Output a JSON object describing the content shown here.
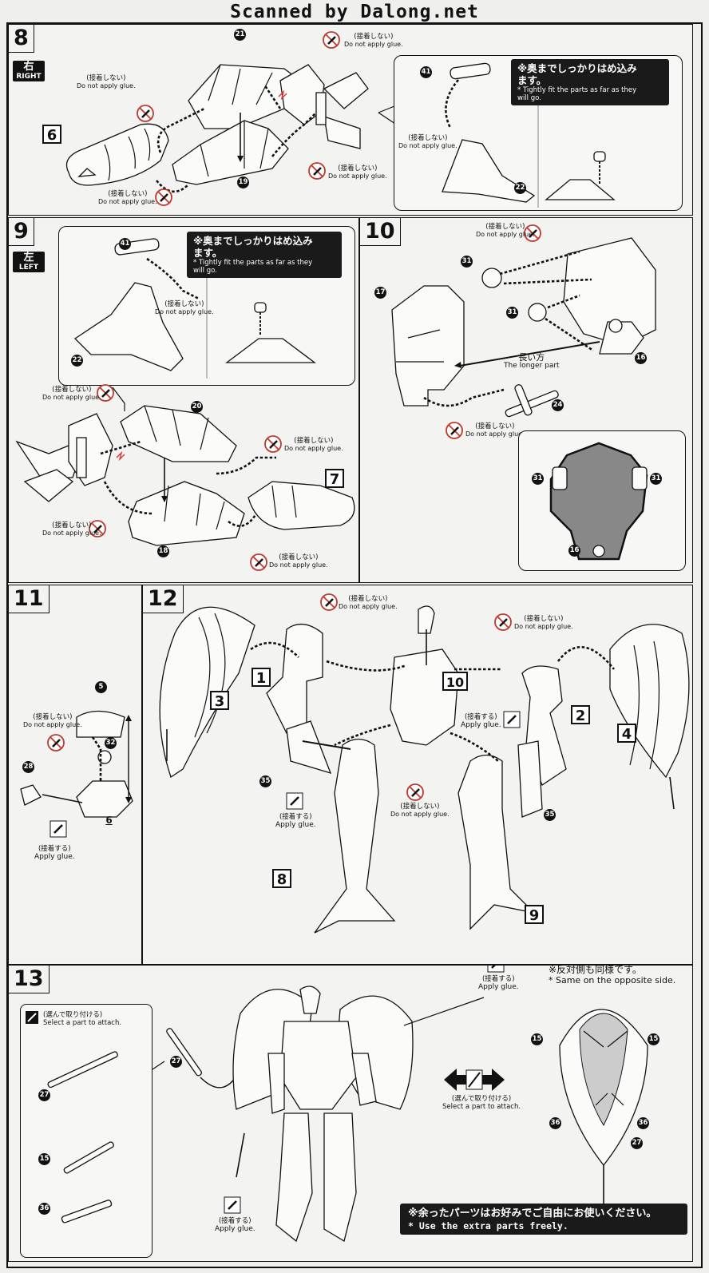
{
  "watermark": "Scanned by Dalong.net",
  "labels": {
    "no_glue_jp": "(接着しない)",
    "no_glue_en": "Do not apply glue.",
    "glue_jp": "(接着する)",
    "glue_en": "Apply glue.",
    "fit_jp_1": "※奥までしっかりはめ込み",
    "fit_jp_2": "ます。",
    "fit_en_1": "* Tightly fit the parts as far as they",
    "fit_en_2": "will go.",
    "longer_jp": "長い方",
    "longer_en": "The longer part",
    "select_jp": "(選んで取り付ける)",
    "select_en": "Select a part to attach.",
    "opposite_jp": "※反対側も同様です。",
    "opposite_en": "* Same on the opposite side.",
    "extra_jp": "※余ったパーツはお好みでご自由にお使いください。",
    "extra_en": "* Use the extra parts freely."
  },
  "steps": {
    "s8": {
      "num": "8",
      "side_jp": "右",
      "side_en": "RIGHT",
      "sub6": "6"
    },
    "s9": {
      "num": "9",
      "side_jp": "左",
      "side_en": "LEFT",
      "sub7": "7"
    },
    "s10": {
      "num": "10"
    },
    "s11": {
      "num": "11"
    },
    "s12": {
      "num": "12",
      "subs": [
        "1",
        "2",
        "3",
        "4",
        "8",
        "9",
        "10"
      ]
    },
    "s13": {
      "num": "13"
    }
  },
  "part_numbers": {
    "p21": "21",
    "p19": "19",
    "p41": "41",
    "p22": "22",
    "p20": "20",
    "p18": "18",
    "p17": "17",
    "p31": "31",
    "p16": "16",
    "p24": "24",
    "p5": "5",
    "p32": "32",
    "p28": "28",
    "p6": "6",
    "p35": "35",
    "p27": "27",
    "p15": "15",
    "p36": "36"
  },
  "colors": {
    "ink": "#111111",
    "paper": "#f3f3f1",
    "callout": "#1a1a1a",
    "glue_icon": "#c0392b"
  }
}
